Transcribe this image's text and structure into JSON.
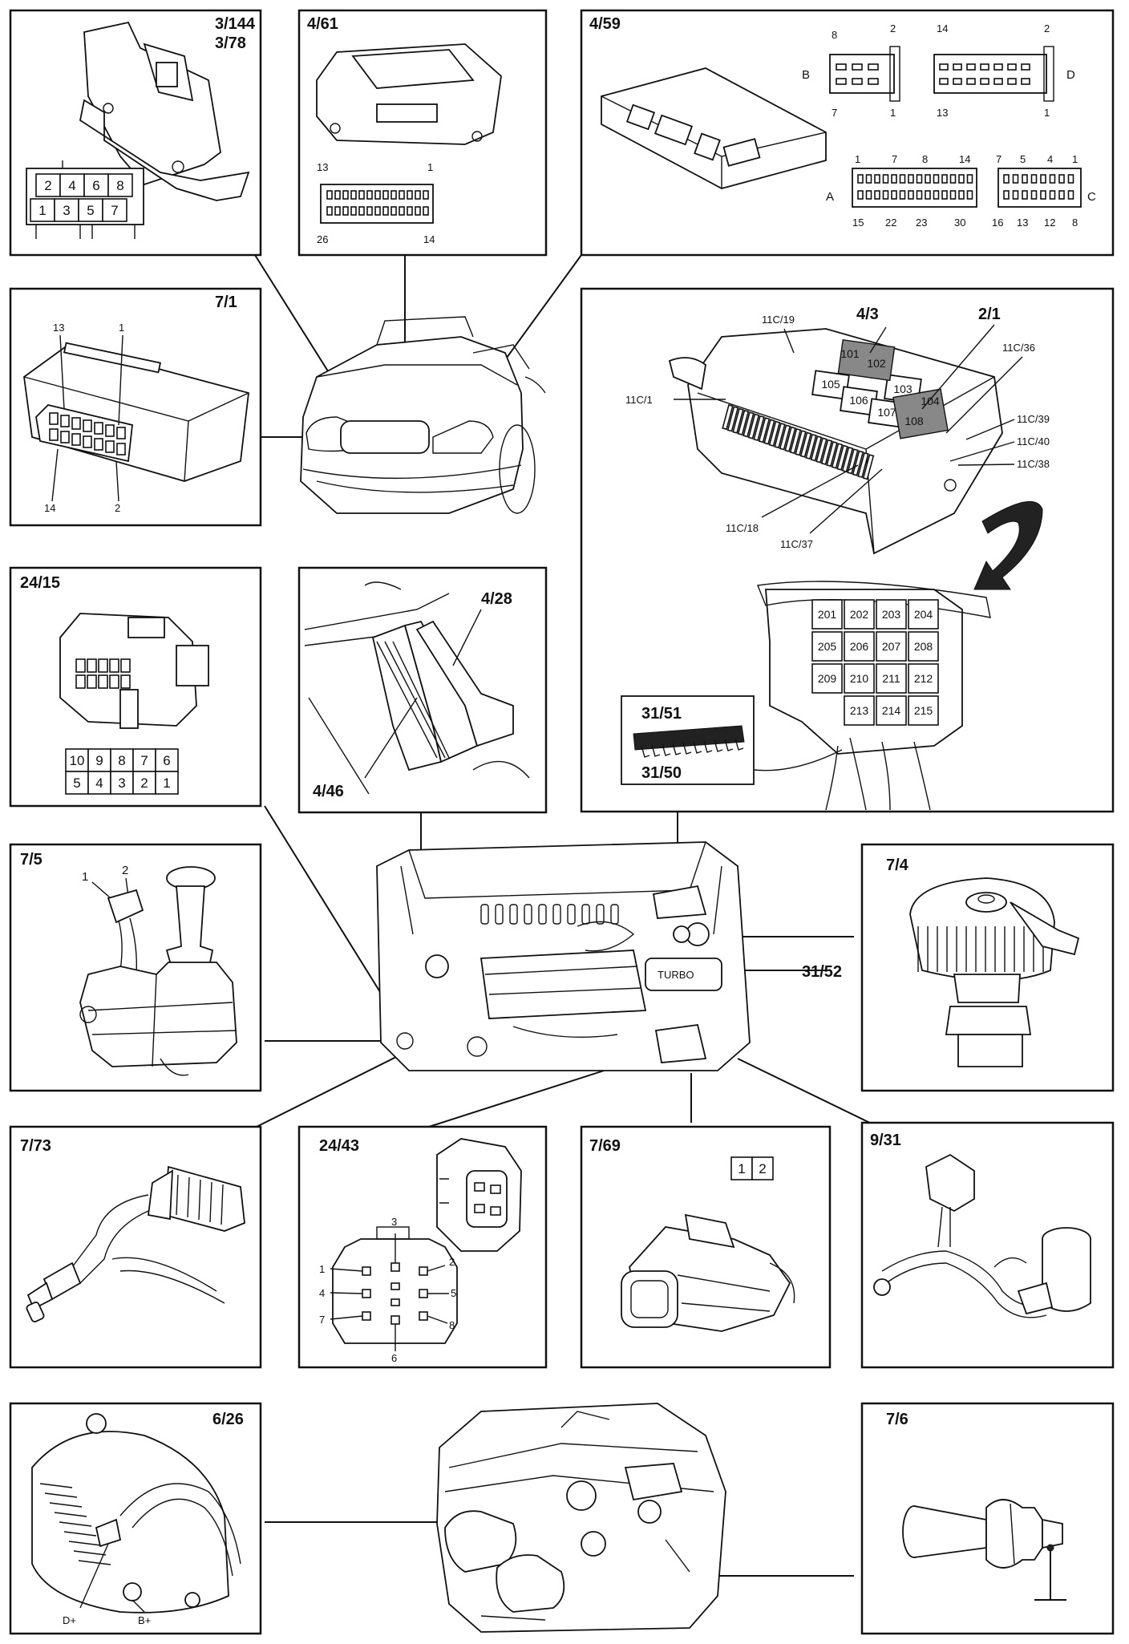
{
  "panels": {
    "p3144": {
      "labels": [
        "3/144",
        "3/78"
      ],
      "grid_top": [
        "2",
        "4",
        "6",
        "8"
      ],
      "grid_bottom": [
        "1",
        "3",
        "5",
        "7"
      ]
    },
    "p461": {
      "label": "4/61",
      "pins": {
        "tl": "13",
        "tr": "1",
        "bl": "26",
        "br": "14"
      }
    },
    "p459": {
      "label": "4/59",
      "connB": {
        "letter": "B",
        "tl": "8",
        "tr": "2",
        "bl": "7",
        "br": "1"
      },
      "connD": {
        "letter": "D",
        "tl": "14",
        "tr": "2",
        "bl": "13",
        "br": "1"
      },
      "connA": {
        "letter": "A",
        "top": [
          "1",
          "7",
          "8",
          "14"
        ],
        "bottom": [
          "15",
          "22",
          "23",
          "30"
        ]
      },
      "connC": {
        "letter": "C",
        "top": [
          "7",
          "5",
          "4",
          "1"
        ],
        "bottom": [
          "16",
          "13",
          "12",
          "8"
        ]
      }
    },
    "p71": {
      "label": "7/1",
      "pins": {
        "tl": "13",
        "tr": "1",
        "bl": "14",
        "br": "2"
      }
    },
    "fusebox": {
      "labels": {
        "l43": "4/3",
        "l21": "2/1"
      },
      "callouts": {
        "c19": "11C/19",
        "c1": "11C/1",
        "c36": "11C/36",
        "c39": "11C/39",
        "c40": "11C/40",
        "c38": "11C/38",
        "c18": "11C/18",
        "c37": "11C/37"
      },
      "relays_top": [
        "101",
        "102",
        "103",
        "104",
        "105",
        "106",
        "107",
        "108"
      ],
      "relays_bottom": [
        "201",
        "202",
        "203",
        "204",
        "205",
        "206",
        "207",
        "208",
        "209",
        "210",
        "211",
        "212",
        "213",
        "214",
        "215"
      ],
      "inset": {
        "top": "31/51",
        "bottom": "31/50"
      }
    },
    "p2415": {
      "label": "24/15",
      "grid_top": [
        "10",
        "9",
        "8",
        "7",
        "6"
      ],
      "grid_bottom": [
        "5",
        "4",
        "3",
        "2",
        "1"
      ]
    },
    "p428": {
      "top": "4/28",
      "bottom": "4/46"
    },
    "p75": {
      "label": "7/5",
      "pin1": "1",
      "pin2": "2"
    },
    "p74": {
      "label": "7/4"
    },
    "engine_callout": "31/52",
    "p773": {
      "label": "7/73"
    },
    "p2443": {
      "label": "24/43",
      "pins": [
        "1",
        "2",
        "3",
        "4",
        "5",
        "6",
        "7",
        "8"
      ]
    },
    "p769": {
      "label": "7/69",
      "pins": [
        "1",
        "2"
      ]
    },
    "p931": {
      "label": "9/31"
    },
    "p626": {
      "label": "6/26",
      "dplus": "D+",
      "bplus": "B+"
    },
    "p76": {
      "label": "7/6"
    }
  }
}
